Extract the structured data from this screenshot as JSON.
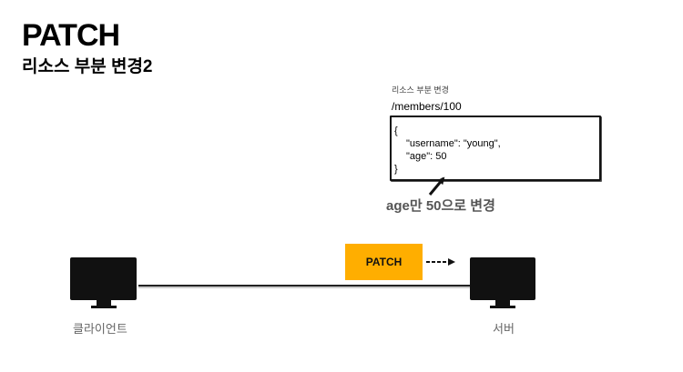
{
  "title": "PATCH",
  "subtitle": "리소스 부분 변경2",
  "resource": {
    "caption": "리소스 부분 변경",
    "path": "/members/100",
    "json_lines": [
      "{",
      "\"username\": \"young\",",
      "\"age\": 50",
      "}"
    ]
  },
  "annotation": "age만 50으로 변경",
  "request": {
    "method_label": "PATCH"
  },
  "client": {
    "label": "클라이언트",
    "icon": "monitor-icon"
  },
  "server": {
    "label": "서버",
    "icon": "monitor-icon"
  },
  "colors": {
    "patch_box": "#FFAE00",
    "annotation_text": "#555555",
    "device_label": "#666666"
  }
}
